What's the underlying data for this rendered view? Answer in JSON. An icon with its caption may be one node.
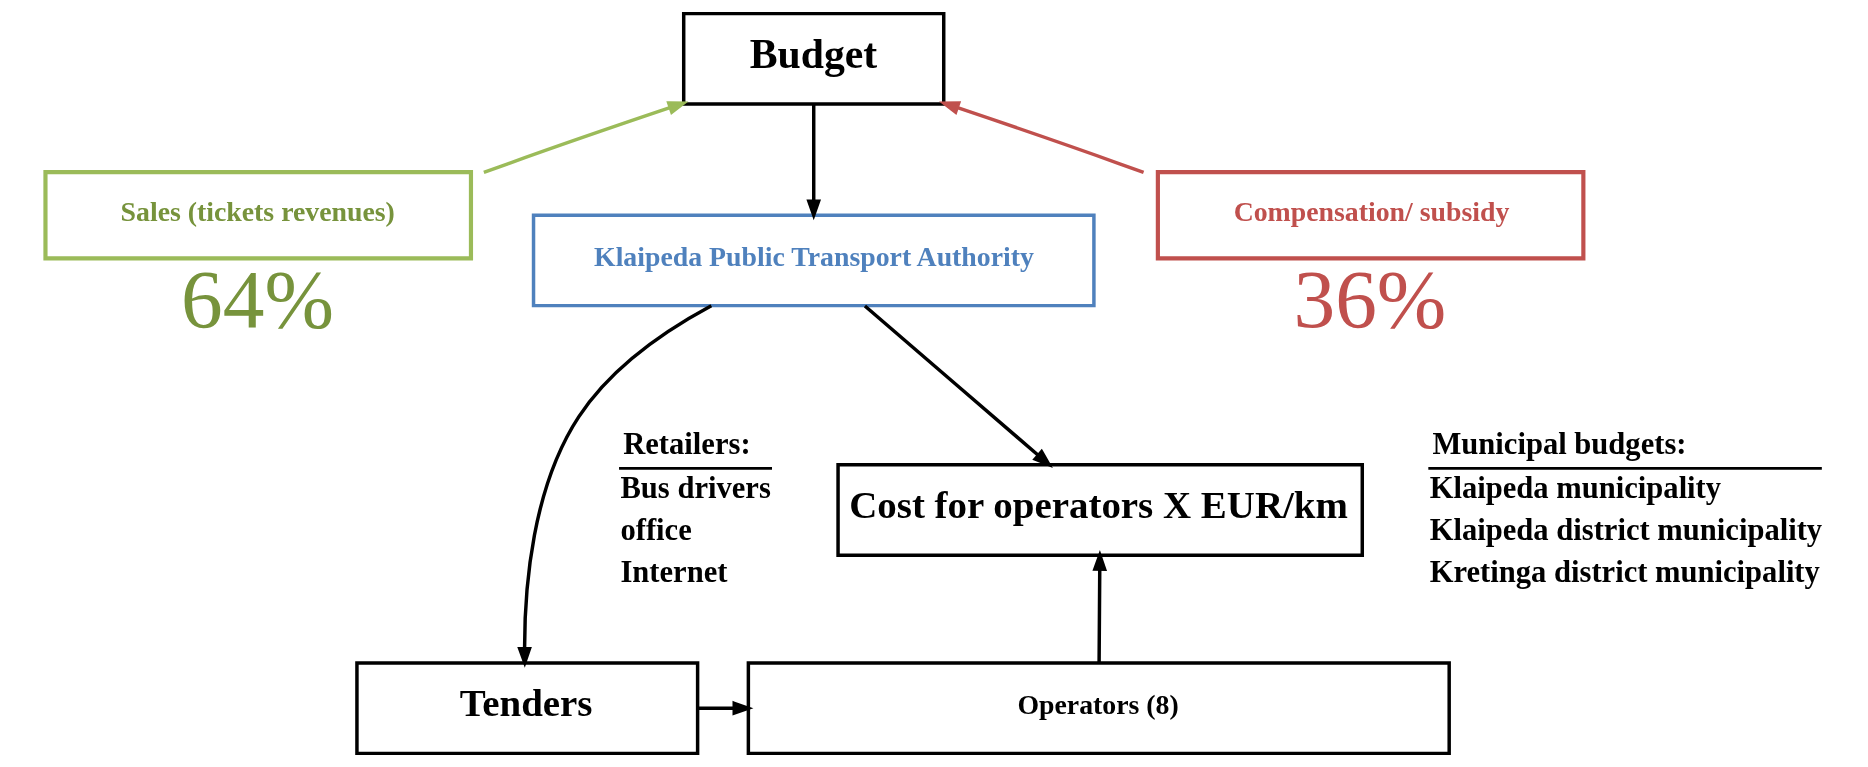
{
  "diagram": {
    "nodes": [
      {
        "text": [
          "Budget"
        ]
      },
      {
        "text": [
          "Sales (tickets revenues)"
        ],
        "beside": [
          "64%"
        ]
      },
      {
        "text": [
          "Klaipeda Public Transport Authority"
        ]
      },
      {
        "text": [
          "Compensation/ subsidy"
        ],
        "beside": [
          "36%"
        ]
      },
      {
        "text": [
          "Cost for operators X EUR/km"
        ]
      },
      {
        "text": [
          "Tenders"
        ]
      },
      {
        "text": [
          "Operators (8)"
        ]
      }
    ],
    "edges": [
      {
        "from": 1,
        "to": 0,
        "arrow": "to",
        "color": "#9bbb59"
      },
      {
        "from": 3,
        "to": 0,
        "arrow": "to",
        "color": "#c0504d"
      },
      {
        "from": 0,
        "to": 2,
        "arrow": "to"
      },
      {
        "from": 2,
        "to": 4,
        "arrow": "to"
      },
      {
        "from": 2,
        "to": 5,
        "arrow": "to"
      },
      {
        "from": 5,
        "to": 6,
        "arrow": "to"
      },
      {
        "from": 6,
        "to": 4,
        "arrow": "to"
      }
    ],
    "labels": [
      "Retailers:",
      "Bus drivers",
      "office",
      "Internet",
      "Municipal budgets:",
      "Klaipeda municipality",
      "Klaipeda district municipality",
      "Kretinga district municipality"
    ]
  }
}
